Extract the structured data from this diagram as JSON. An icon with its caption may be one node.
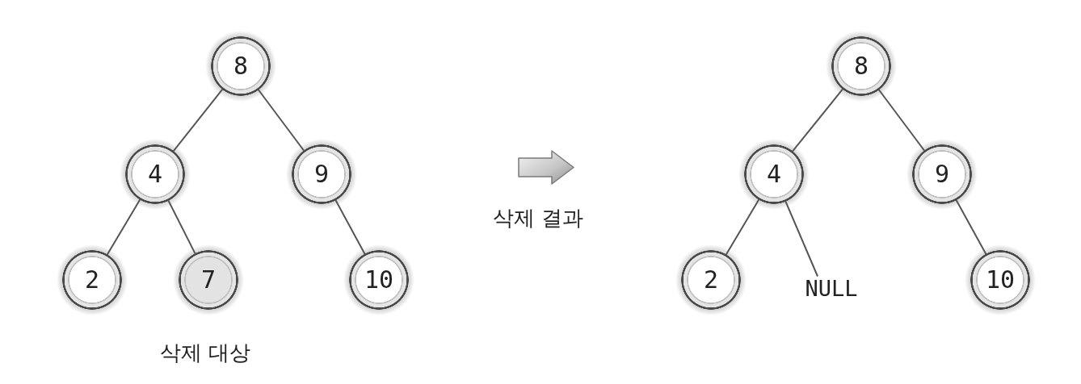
{
  "diagram": {
    "nodes": [
      {
        "text": [
          "8"
        ]
      },
      {
        "text": [
          "4"
        ]
      },
      {
        "text": [
          "9"
        ]
      },
      {
        "text": [
          "2"
        ]
      },
      {
        "text": [
          "7"
        ],
        "beside": [
          "삭제 대상"
        ]
      },
      {
        "text": [
          "10"
        ]
      },
      {
        "text": [
          "8"
        ]
      },
      {
        "text": [
          "4"
        ]
      },
      {
        "text": [
          "9"
        ]
      },
      {
        "text": [
          "2"
        ]
      },
      {
        "text": [
          "NULL"
        ]
      },
      {
        "text": [
          "10"
        ]
      }
    ],
    "edges": [
      {
        "from": 0,
        "to": 1,
        "arrow": "none"
      },
      {
        "from": 0,
        "to": 2,
        "arrow": "none"
      },
      {
        "from": 1,
        "to": 3,
        "arrow": "none"
      },
      {
        "from": 1,
        "to": 4,
        "arrow": "none"
      },
      {
        "from": 2,
        "to": 5,
        "arrow": "none"
      },
      {
        "from": 6,
        "to": 7,
        "arrow": "none"
      },
      {
        "from": 6,
        "to": 8,
        "arrow": "none"
      },
      {
        "from": 7,
        "to": 9,
        "arrow": "none"
      },
      {
        "from": 7,
        "to": 10,
        "arrow": "none"
      },
      {
        "from": 8,
        "to": 11,
        "arrow": "none"
      }
    ],
    "labels": [
      "삭제 결과"
    ]
  }
}
